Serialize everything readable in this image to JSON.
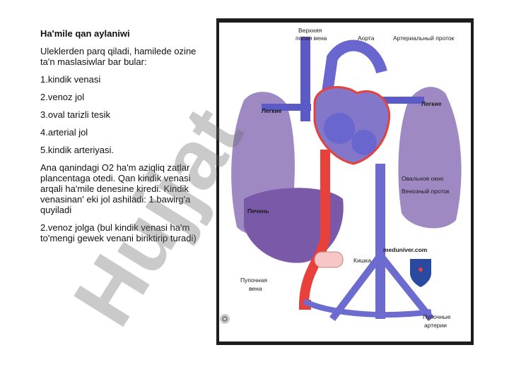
{
  "slide": {
    "title": "Ha'mile qan aylaniwi",
    "paragraphs": [
      "Uleklerden parq qiladi, hamilede ozine ta'n maslasiwlar bar bular:",
      "1.kindik venasi",
      "2.venoz jol",
      "3.oval tarizli tesik",
      "4.arterial jol",
      "5.kindik arteriyasi.",
      "Ana qanindagi  O2 ha'm aziqliq zatlar plancentaga otedi. Qan kindik venasi arqali ha'mile denesine kiredi. Kindik venasinan' eki jol ashiladi: 1.bawirg'a quyiladi",
      "2.venoz jolga (bul kindik venasi ha'm to'mengi gewek venani biriktirip turadi)"
    ]
  },
  "figure": {
    "labels": {
      "svc_line1": "Верхняя",
      "svc_line2": "полая вена",
      "aorta": "Аорта",
      "ductus_arteriosus": "Артериальный проток",
      "lungs_left": "Легкие",
      "lungs_right": "Легкие",
      "foramen_ovale": "Овальное окно",
      "ductus_venosus": "Венозный проток",
      "liver": "Печень",
      "intestine": "Кишка",
      "umbilical_vein_line1": "Пупочная",
      "umbilical_vein_line2": "вена",
      "umbilical_arteries_line1": "Пупочные",
      "umbilical_arteries_line2": "артерии",
      "site": "meduniver.com"
    },
    "icons": [
      "shield-plus-icon",
      "zoom-icon"
    ]
  },
  "watermark": {
    "text": "Hujjat"
  },
  "colors": {
    "vein_blue": "#5b5bc8",
    "artery_red": "#e8403a",
    "lung_purple": "#8e74b8",
    "liver_purple": "#7a5aa8",
    "heart": "#8277c8",
    "frame": "#1d1d1d"
  }
}
